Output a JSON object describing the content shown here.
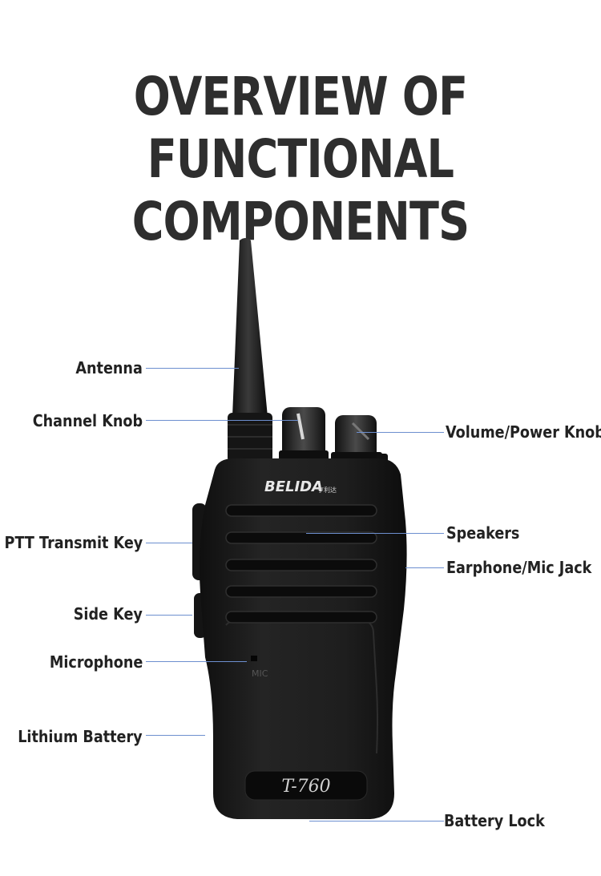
{
  "title": {
    "line1": "OVERVIEW OF",
    "line2": "FUNCTIONAL COMPONENTS"
  },
  "labels": {
    "antenna": "Antenna",
    "channel_knob": "Channel Knob",
    "ptt_transmit_key": "PTT Transmit Key",
    "side_key": "Side Key",
    "microphone": "Microphone",
    "lithium_battery": "Lithium Battery",
    "volume_power_knob": "Volume/Power Knob",
    "speakers": "Speakers",
    "earphone_mic_jack": "Earphone/Mic Jack",
    "battery_lock": "Battery Lock"
  },
  "device": {
    "brand_logo": "BELIDA",
    "logo_subtext": "亨利达",
    "mic_marking": "MIC",
    "model_label": "T-760"
  },
  "colors": {
    "leader_line": "#6d8fcf",
    "title_text": "#2e2e2e",
    "radio_body": "#1c1c1c"
  }
}
